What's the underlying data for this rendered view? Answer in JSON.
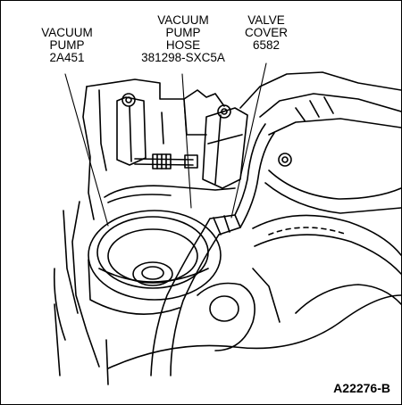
{
  "callouts": {
    "pump": {
      "lines": [
        "VACUUM",
        "PUMP",
        "2A451"
      ]
    },
    "hose": {
      "lines": [
        "VACUUM",
        "PUMP",
        "HOSE",
        "381298-SXC5A"
      ]
    },
    "cover": {
      "lines": [
        "VALVE",
        "COVER",
        "6582"
      ]
    }
  },
  "figure_id": "A22276-B"
}
